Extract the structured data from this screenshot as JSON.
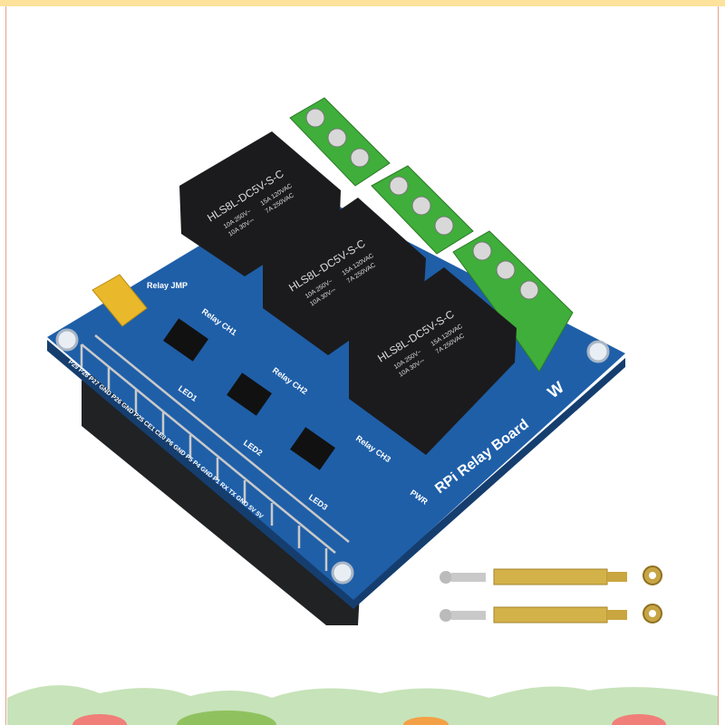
{
  "product": {
    "board_label": "RPi Relay Board",
    "relay_model": "HLS8L-DC5V-S-C",
    "relay_ratings": [
      "10A 250V~",
      "10A 30V⎓",
      "15A 120VAC",
      "7A 250VAC"
    ],
    "channels": [
      "Relay CH1",
      "Relay CH2",
      "Relay CH3"
    ],
    "leds": [
      "LED1",
      "LED2",
      "LED3"
    ],
    "jumper_label": "Relay JMP",
    "power_label": "PWR",
    "pin_labels": "P29 P28 P27 GND P26 GND P25 CE1 CE0 P6 GND P5 P4 GND P1 RX TX GND 5V 5V"
  },
  "colors": {
    "pcb": "#1f5fa8",
    "terminal": "#3fae3a",
    "relay": "#1b1b1d",
    "brass": "#d4b24a",
    "top_band": "#fde29c"
  }
}
